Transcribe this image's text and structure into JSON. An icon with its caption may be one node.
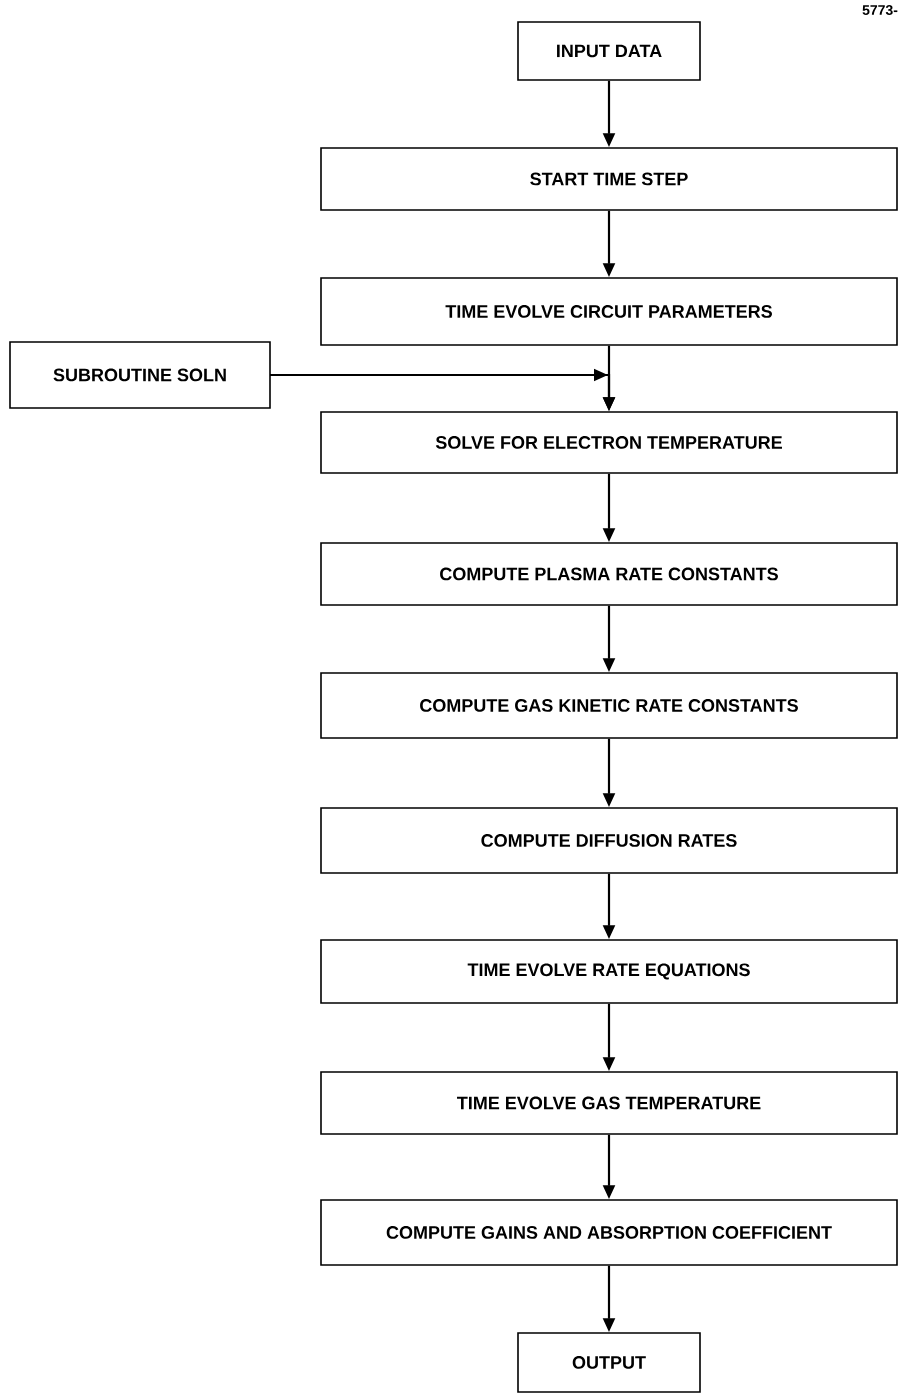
{
  "diagram": {
    "nodes": [
      {
        "text": [
          "INPUT DATA"
        ]
      },
      {
        "text": [
          "START TIME STEP"
        ]
      },
      {
        "text": [
          "TIME EVOLVE CIRCUIT PARAMETERS"
        ]
      },
      {
        "text": [
          "SUBROUTINE SOLN"
        ]
      },
      {
        "text": [
          "SOLVE FOR ELECTRON TEMPERATURE"
        ]
      },
      {
        "text": [
          "COMPUTE PLASMA RATE CONSTANTS"
        ]
      },
      {
        "text": [
          "COMPUTE GAS KINETIC RATE CONSTANTS"
        ]
      },
      {
        "text": [
          "COMPUTE DIFFUSION RATES"
        ]
      },
      {
        "text": [
          "TIME EVOLVE RATE EQUATIONS"
        ]
      },
      {
        "text": [
          "TIME EVOLVE GAS TEMPERATURE"
        ]
      },
      {
        "text": [
          "COMPUTE GAINS AND ABSORPTION COEFFICIENT"
        ]
      },
      {
        "text": [
          "OUTPUT"
        ]
      }
    ],
    "edges": [
      {
        "from": 0,
        "to": 1,
        "arrow": "to"
      },
      {
        "from": 1,
        "to": 2,
        "arrow": "to"
      },
      {
        "from": 2,
        "to": 4,
        "arrow": "to"
      },
      {
        "from": 3,
        "to": 4,
        "arrow": "to"
      },
      {
        "from": 4,
        "to": 5,
        "arrow": "to"
      },
      {
        "from": 5,
        "to": 6,
        "arrow": "to"
      },
      {
        "from": 6,
        "to": 7,
        "arrow": "to"
      },
      {
        "from": 7,
        "to": 8,
        "arrow": "to"
      },
      {
        "from": 8,
        "to": 9,
        "arrow": "to"
      },
      {
        "from": 9,
        "to": 10,
        "arrow": "to"
      },
      {
        "from": 10,
        "to": 11,
        "arrow": "to"
      }
    ],
    "labels": [
      "5773-"
    ]
  }
}
